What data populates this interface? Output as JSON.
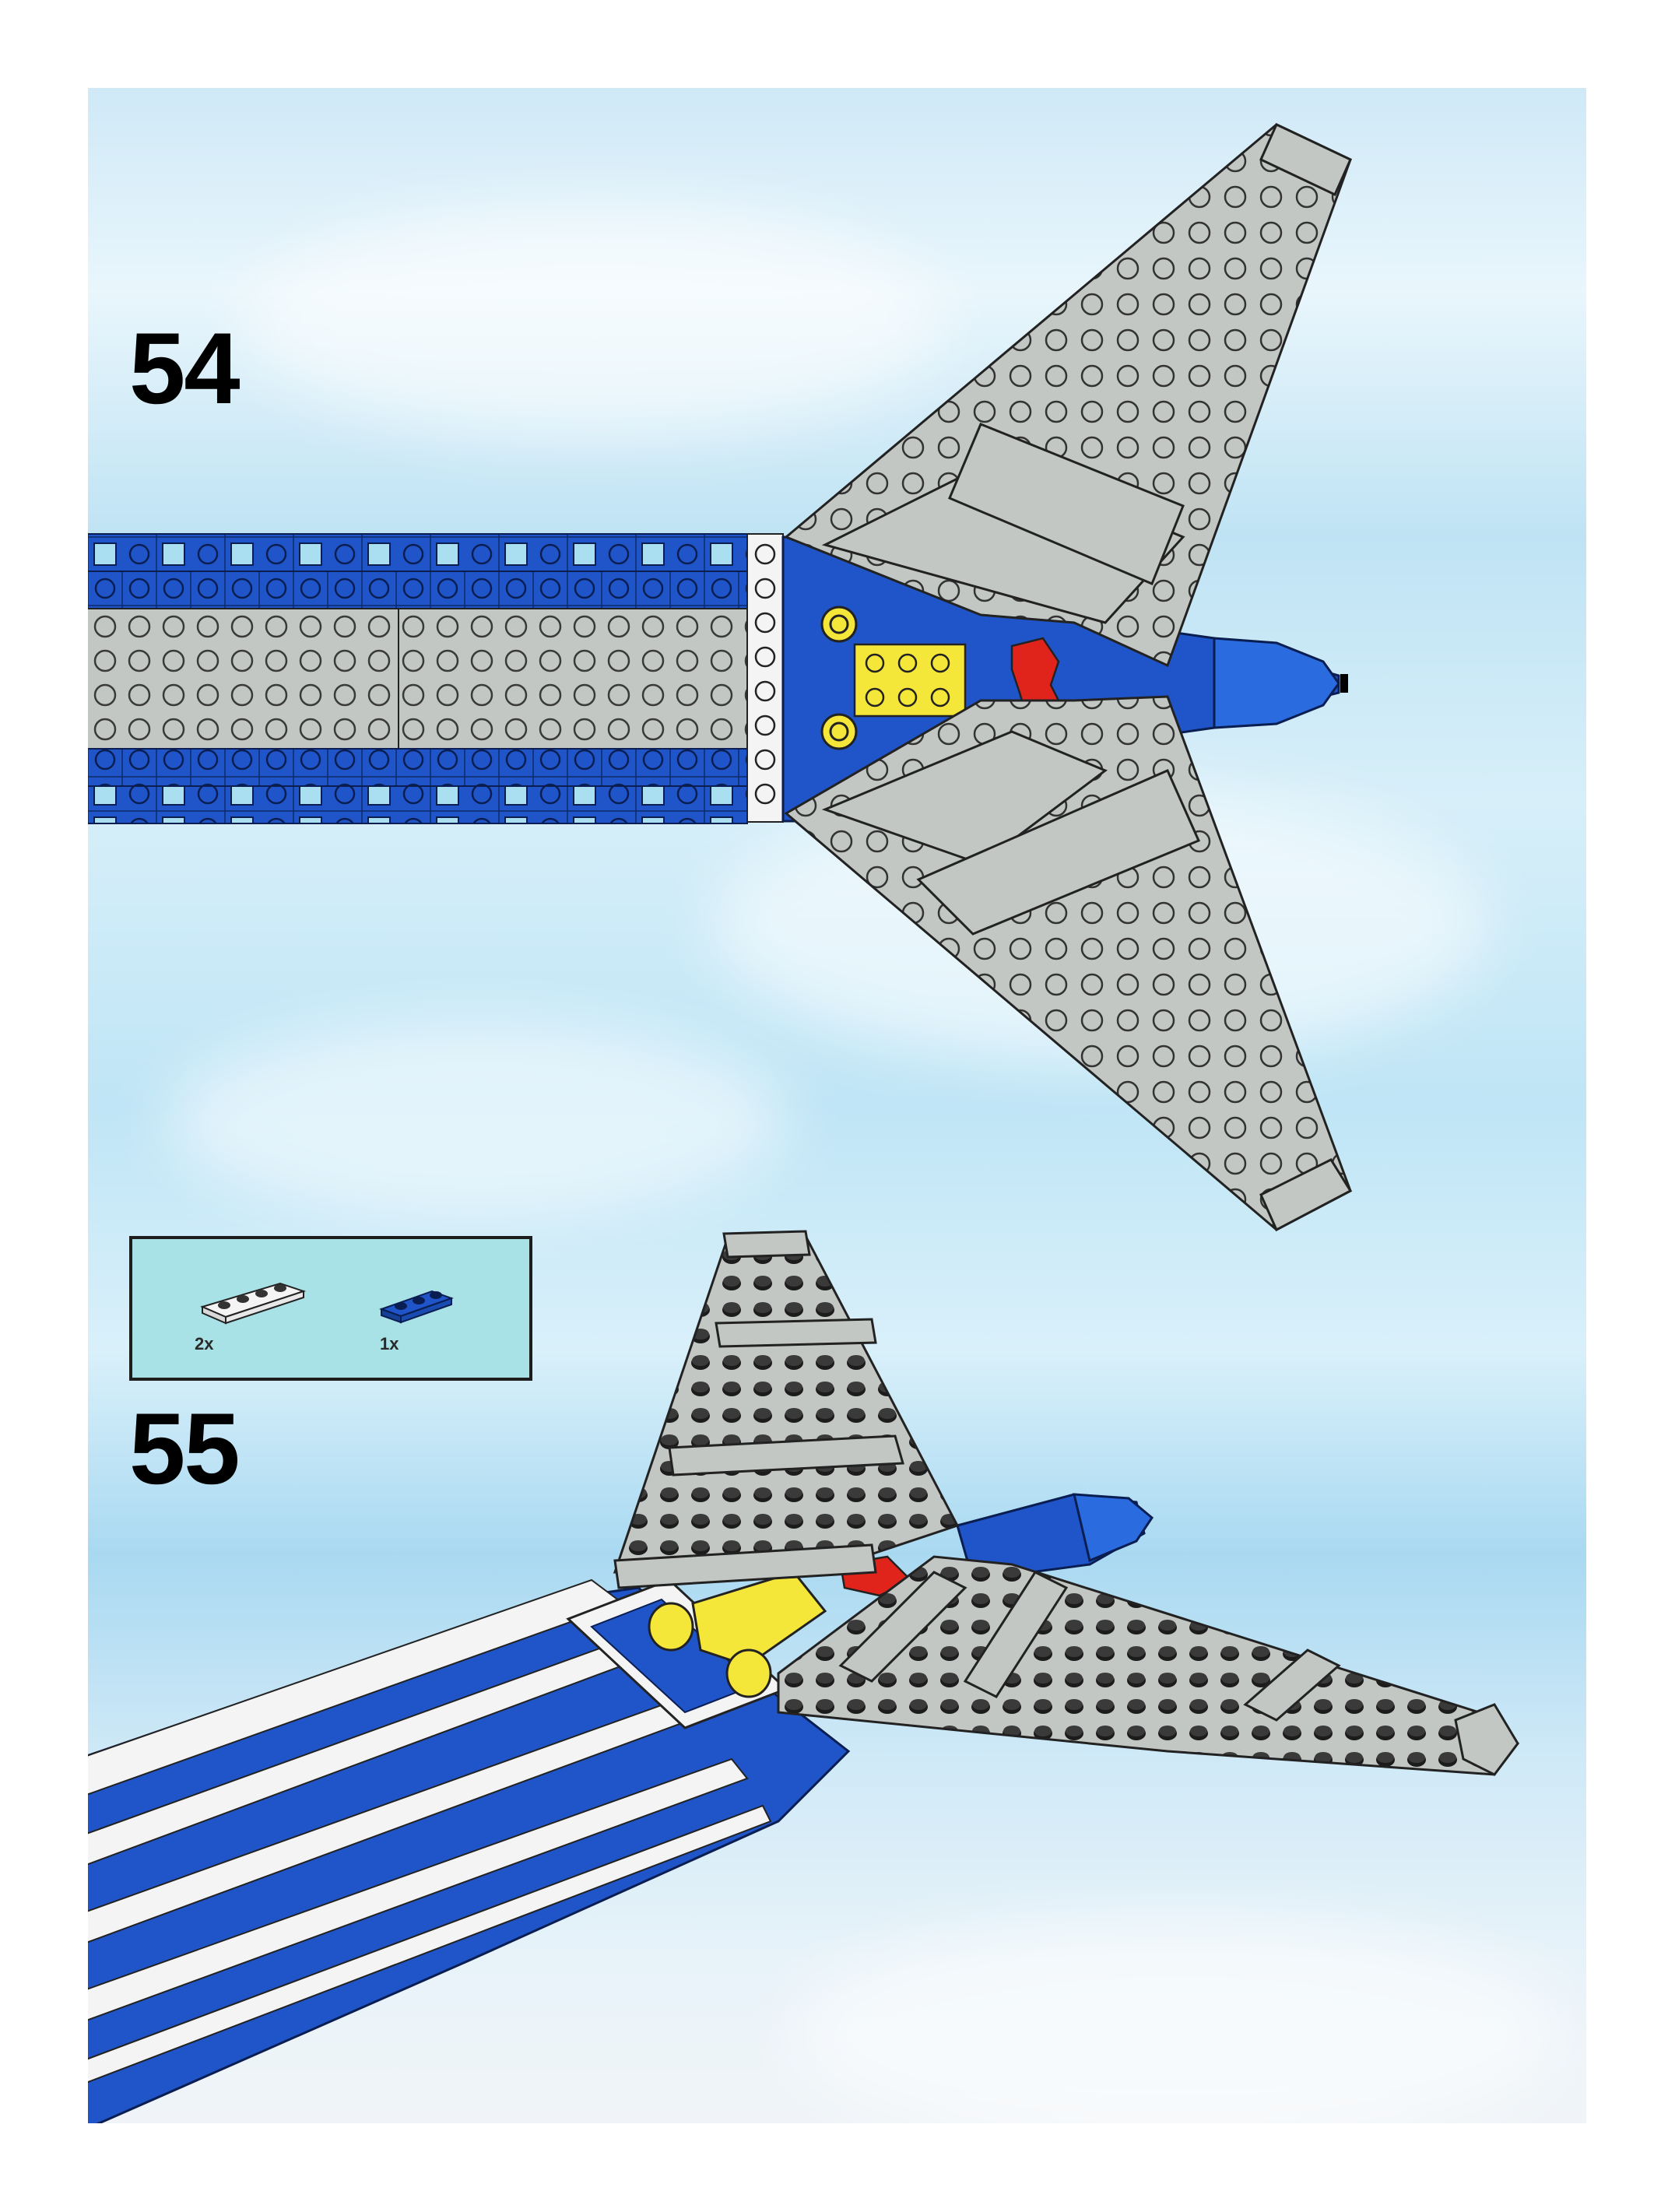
{
  "steps": [
    {
      "number": "54"
    },
    {
      "number": "55"
    }
  ],
  "parts_callout": {
    "parts": [
      {
        "color": "white",
        "color_hex": "#f4f4f4",
        "qty": "2x"
      },
      {
        "color": "blue",
        "color_hex": "#1f55c8",
        "qty": "1x"
      }
    ]
  },
  "colors": {
    "brick_blue": "#1f55c8",
    "brick_gray": "#c3c7c4",
    "brick_yellow": "#f5e63a",
    "brick_red": "#e0241b",
    "brick_white": "#f4f4f4",
    "callout_bg": "#a8e2e6"
  }
}
